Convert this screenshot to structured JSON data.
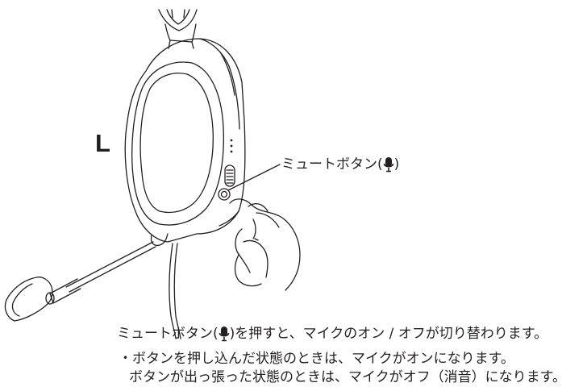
{
  "side_label": "L",
  "callout": {
    "before_icon": "ミュートボタン(",
    "icon": "microphone-icon",
    "after_icon": ")"
  },
  "caption": {
    "main_before_icon": "ミュートボタン(",
    "main_icon": "microphone-icon",
    "main_after_icon": ")を押すと、マイクのオン / オフが切り替わります。",
    "bullet1": "・ボタンを押し込んだ状態のときは、マイクがオンになります。",
    "bullet2": "ボタンが出っ張った状態のときは、マイクがオフ（消音）になります。"
  },
  "colors": {
    "line": "#231f20",
    "background": "#ffffff"
  }
}
